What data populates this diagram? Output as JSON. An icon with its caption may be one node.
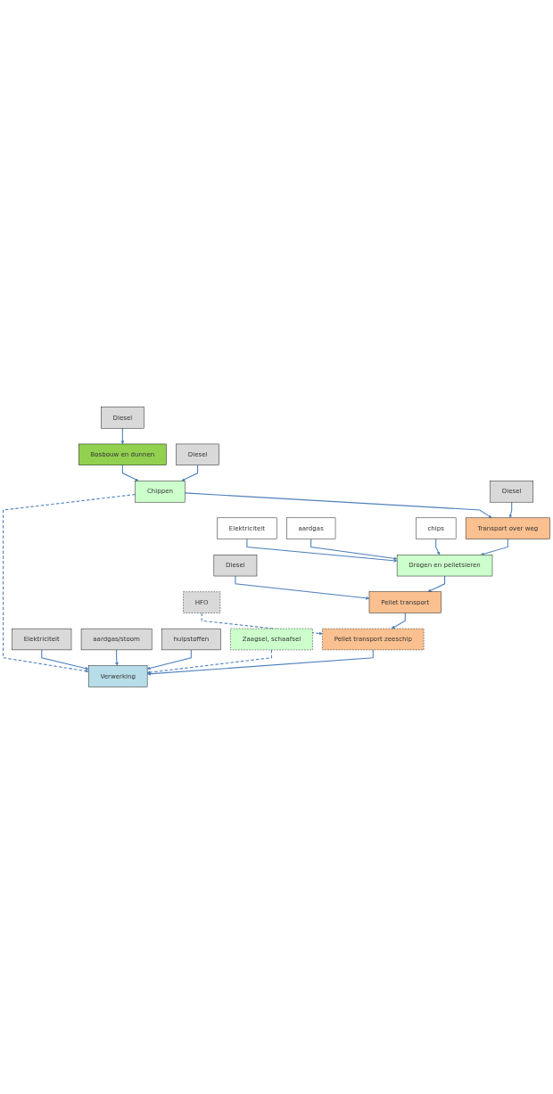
{
  "diagram": {
    "nodes": [
      {
        "text": [
          "Diesel"
        ]
      },
      {
        "text": [
          "Bosbouw en dunnen"
        ]
      },
      {
        "text": [
          "Diesel"
        ]
      },
      {
        "text": [
          "Chippen"
        ]
      },
      {
        "text": [
          "Diesel"
        ]
      },
      {
        "text": [
          "Transport over weg"
        ]
      },
      {
        "text": [
          "Elektriciteit"
        ]
      },
      {
        "text": [
          "aardgas"
        ]
      },
      {
        "text": [
          "Drogen en pelletsieren"
        ]
      },
      {
        "text": [
          "chips"
        ]
      },
      {
        "text": [
          "Diesel"
        ]
      },
      {
        "text": [
          "Pellet transport"
        ]
      },
      {
        "text": [
          "HFO"
        ]
      },
      {
        "text": [
          "Pellet transport zeeschip"
        ]
      },
      {
        "text": [
          "Elektriciteit"
        ]
      },
      {
        "text": [
          "aardgas/stoom"
        ]
      },
      {
        "text": [
          "hulpstoffen"
        ]
      },
      {
        "text": [
          "Verwerking"
        ]
      },
      {
        "text": [
          "Zaagsel, schaafsel"
        ]
      }
    ],
    "edges": [
      {
        "from": 0,
        "to": 1,
        "arrow": "to"
      },
      {
        "from": 1,
        "to": 3,
        "arrow": "to"
      },
      {
        "from": 2,
        "to": 3,
        "arrow": "to"
      },
      {
        "from": 3,
        "to": 5,
        "arrow": "to"
      },
      {
        "from": 4,
        "to": 5,
        "arrow": "to"
      },
      {
        "from": 5,
        "to": 8,
        "arrow": "to"
      },
      {
        "from": 6,
        "to": 8,
        "arrow": "to"
      },
      {
        "from": 7,
        "to": 8,
        "arrow": "to"
      },
      {
        "from": 9,
        "to": 8,
        "arrow": "to"
      },
      {
        "from": 8,
        "to": 11,
        "arrow": "to"
      },
      {
        "from": 10,
        "to": 11,
        "arrow": "to"
      },
      {
        "from": 11,
        "to": 13,
        "arrow": "to"
      },
      {
        "from": 12,
        "to": 13,
        "arrow": "to",
        "style": "dashed"
      },
      {
        "from": 13,
        "to": 17,
        "arrow": "to"
      },
      {
        "from": 14,
        "to": 17,
        "arrow": "to"
      },
      {
        "from": 15,
        "to": 17,
        "arrow": "to"
      },
      {
        "from": 16,
        "to": 17,
        "arrow": "to"
      },
      {
        "from": 3,
        "to": 17,
        "arrow": "to",
        "style": "dashed"
      },
      {
        "from": 18,
        "to": 17,
        "arrow": "to",
        "style": "dashed"
      }
    ]
  }
}
